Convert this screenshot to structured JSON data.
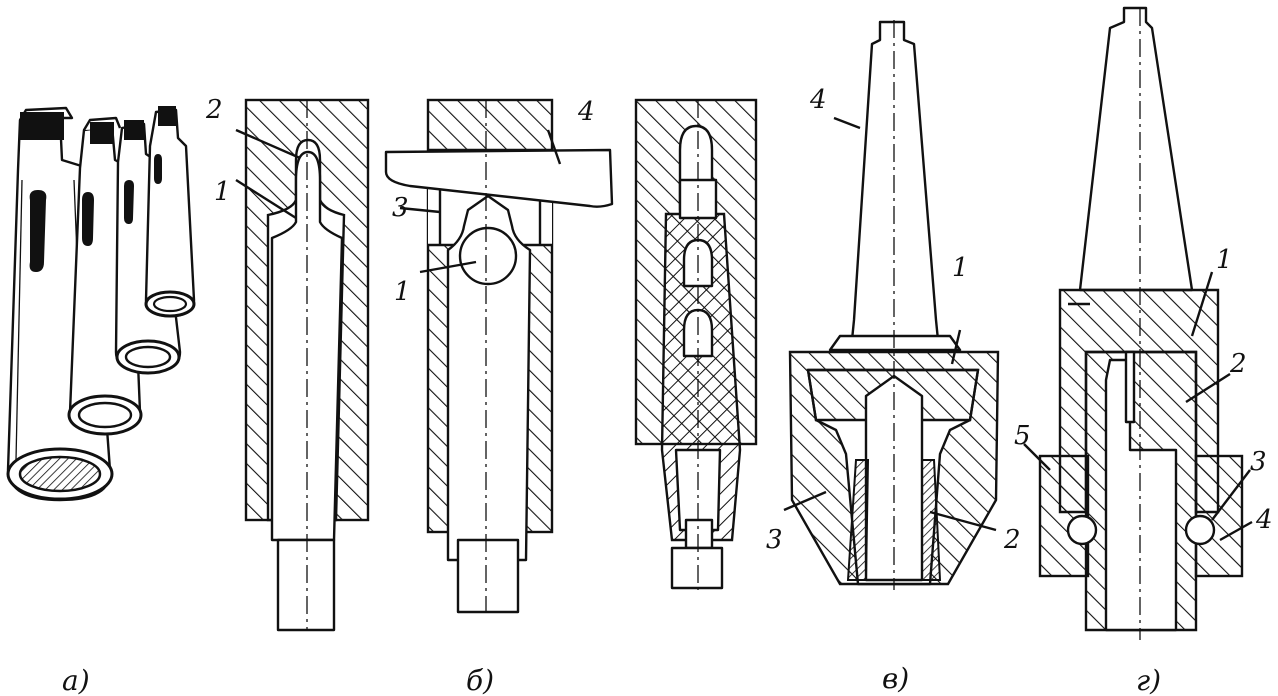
{
  "figure": {
    "captions": {
      "a": "a)",
      "b": "б)",
      "v": "в)",
      "g": "г)"
    },
    "labels": {
      "b1": {
        "n1": "2",
        "n2": "1"
      },
      "b2": {
        "n1": "4",
        "n2": "3",
        "n3": "1"
      },
      "v": {
        "n1": "4",
        "n2": "1",
        "n3": "3",
        "n4": "2"
      },
      "g": {
        "n1": "1",
        "n2": "2",
        "n3": "5",
        "n4": "3",
        "n5": "4"
      }
    },
    "colors": {
      "ink": "#111111",
      "paper": "#ffffff"
    }
  }
}
